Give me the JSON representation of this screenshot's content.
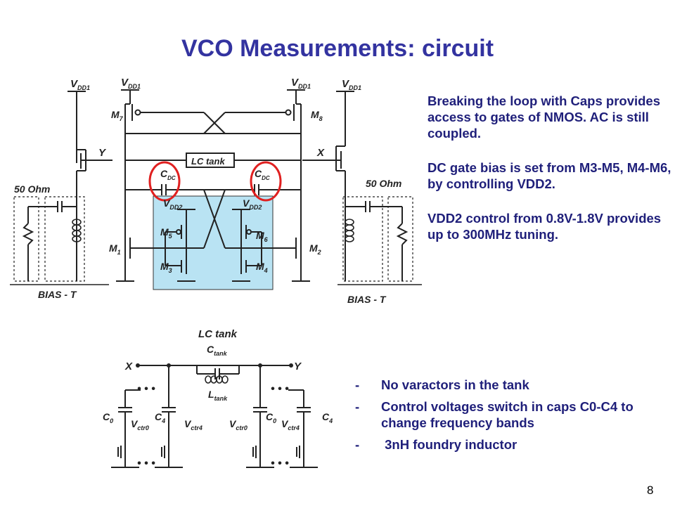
{
  "title": "VCO Measurements: circuit",
  "notes": [
    "Breaking the loop with Caps provides access to gates of NMOS. AC is still coupled.",
    "DC gate bias is set from M3-M5, M4-M6, by controlling VDD2.",
    "VDD2 control from 0.8V-1.8V provides up to 300MHz tuning."
  ],
  "bullets": [
    "No varactors in the tank",
    "Control voltages switch in caps C0-C4 to change frequency bands",
    " 3nH foundry inductor"
  ],
  "bullet_marker": "-",
  "page_number": "8",
  "colors": {
    "title": "#3333a0",
    "text": "#1f1f7a",
    "highlight_box": "#b9e3f3",
    "circle": "#e02020",
    "wire": "#222222"
  },
  "schematic": {
    "vdd1": "V",
    "vdd1_sub": "DD1",
    "vdd2": "V",
    "vdd2_sub": "DD2",
    "m1": "M",
    "m1_sub": "1",
    "m2": "M",
    "m2_sub": "2",
    "m3": "M",
    "m3_sub": "3",
    "m4": "M",
    "m4_sub": "4",
    "m5": "M",
    "m5_sub": "5",
    "m6": "M",
    "m6_sub": "6",
    "m7": "M",
    "m7_sub": "7",
    "m8": "M",
    "m8_sub": "8",
    "node_y": "Y",
    "node_x": "X",
    "lc_tank_box": "LC tank",
    "cdc": "C",
    "cdc_sub": "DC",
    "ohm_left": "50 Ohm",
    "ohm_right": "50 Ohm",
    "bias_left": "BIAS - T",
    "bias_right": "BIAS - T"
  },
  "tank": {
    "title": "LC tank",
    "x": "X",
    "y": "Y",
    "ctank": "C",
    "ctank_sub": "tank",
    "ltank": "L",
    "ltank_sub": "tank",
    "c0": "C",
    "c0_sub": "0",
    "c4": "C",
    "c4_sub": "4",
    "vctr0": "V",
    "vctr0_sub": "ctr0",
    "vctr4": "V",
    "vctr4_sub": "ctr4",
    "dots": "• • •"
  }
}
